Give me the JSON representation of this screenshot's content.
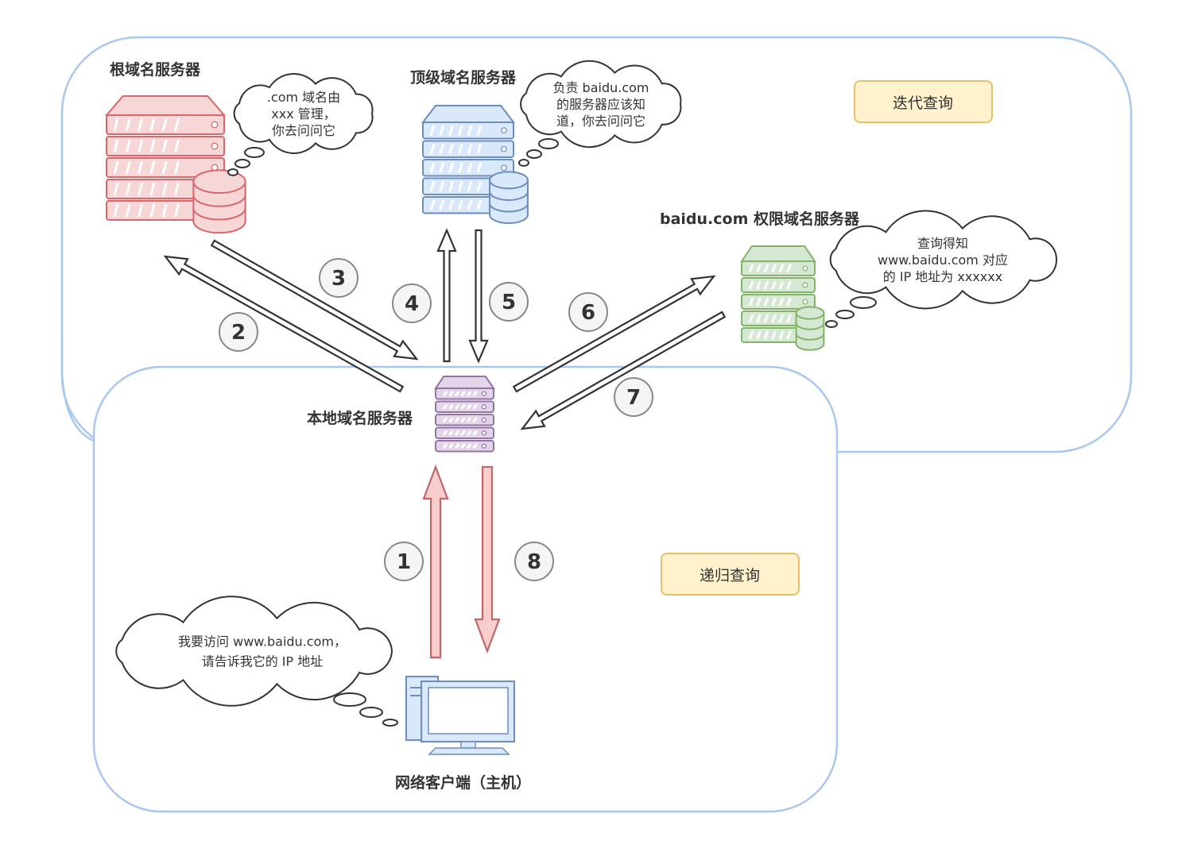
{
  "nodes": {
    "root": {
      "label": "根域名服务器",
      "color": "#d9676a",
      "fill": "#f6d6d6"
    },
    "tld": {
      "label": "顶级域名服务器",
      "color": "#6c8ebf",
      "fill": "#dae8fc"
    },
    "authoritative": {
      "label": "baidu.com 权限域名服务器",
      "color": "#82b366",
      "fill": "#d5e8d4"
    },
    "local": {
      "label": "本地域名服务器",
      "color": "#9673a6",
      "fill": "#e1d5e7"
    },
    "client": {
      "label": "网络客户端（主机）",
      "color": "#6c8ebf",
      "fill": "#dae8fc"
    }
  },
  "bubbles": {
    "root": [
      ".com 域名由",
      "xxx 管理，",
      "你去问问它"
    ],
    "tld": [
      "负责 baidu.com",
      "的服务器应该知",
      "道，你去问问它"
    ],
    "authoritative": [
      "查询得知",
      "www.baidu.com 对应",
      "的 IP 地址为 xxxxxx"
    ],
    "client": [
      "我要访问 www.baidu.com，",
      "请告诉我它的 IP 地址"
    ]
  },
  "tags": {
    "iterative": "迭代查询",
    "recursive": "递归查询",
    "tag_fill": "#fff2cc",
    "tag_stroke": "#e6c068"
  },
  "steps": [
    "1",
    "2",
    "3",
    "4",
    "5",
    "6",
    "7",
    "8"
  ],
  "colors": {
    "region_stroke": "#a8c8f0",
    "arrow_black": "#333333",
    "arrow_red_fill": "#f8cecc",
    "arrow_red_stroke": "#c0676a"
  }
}
